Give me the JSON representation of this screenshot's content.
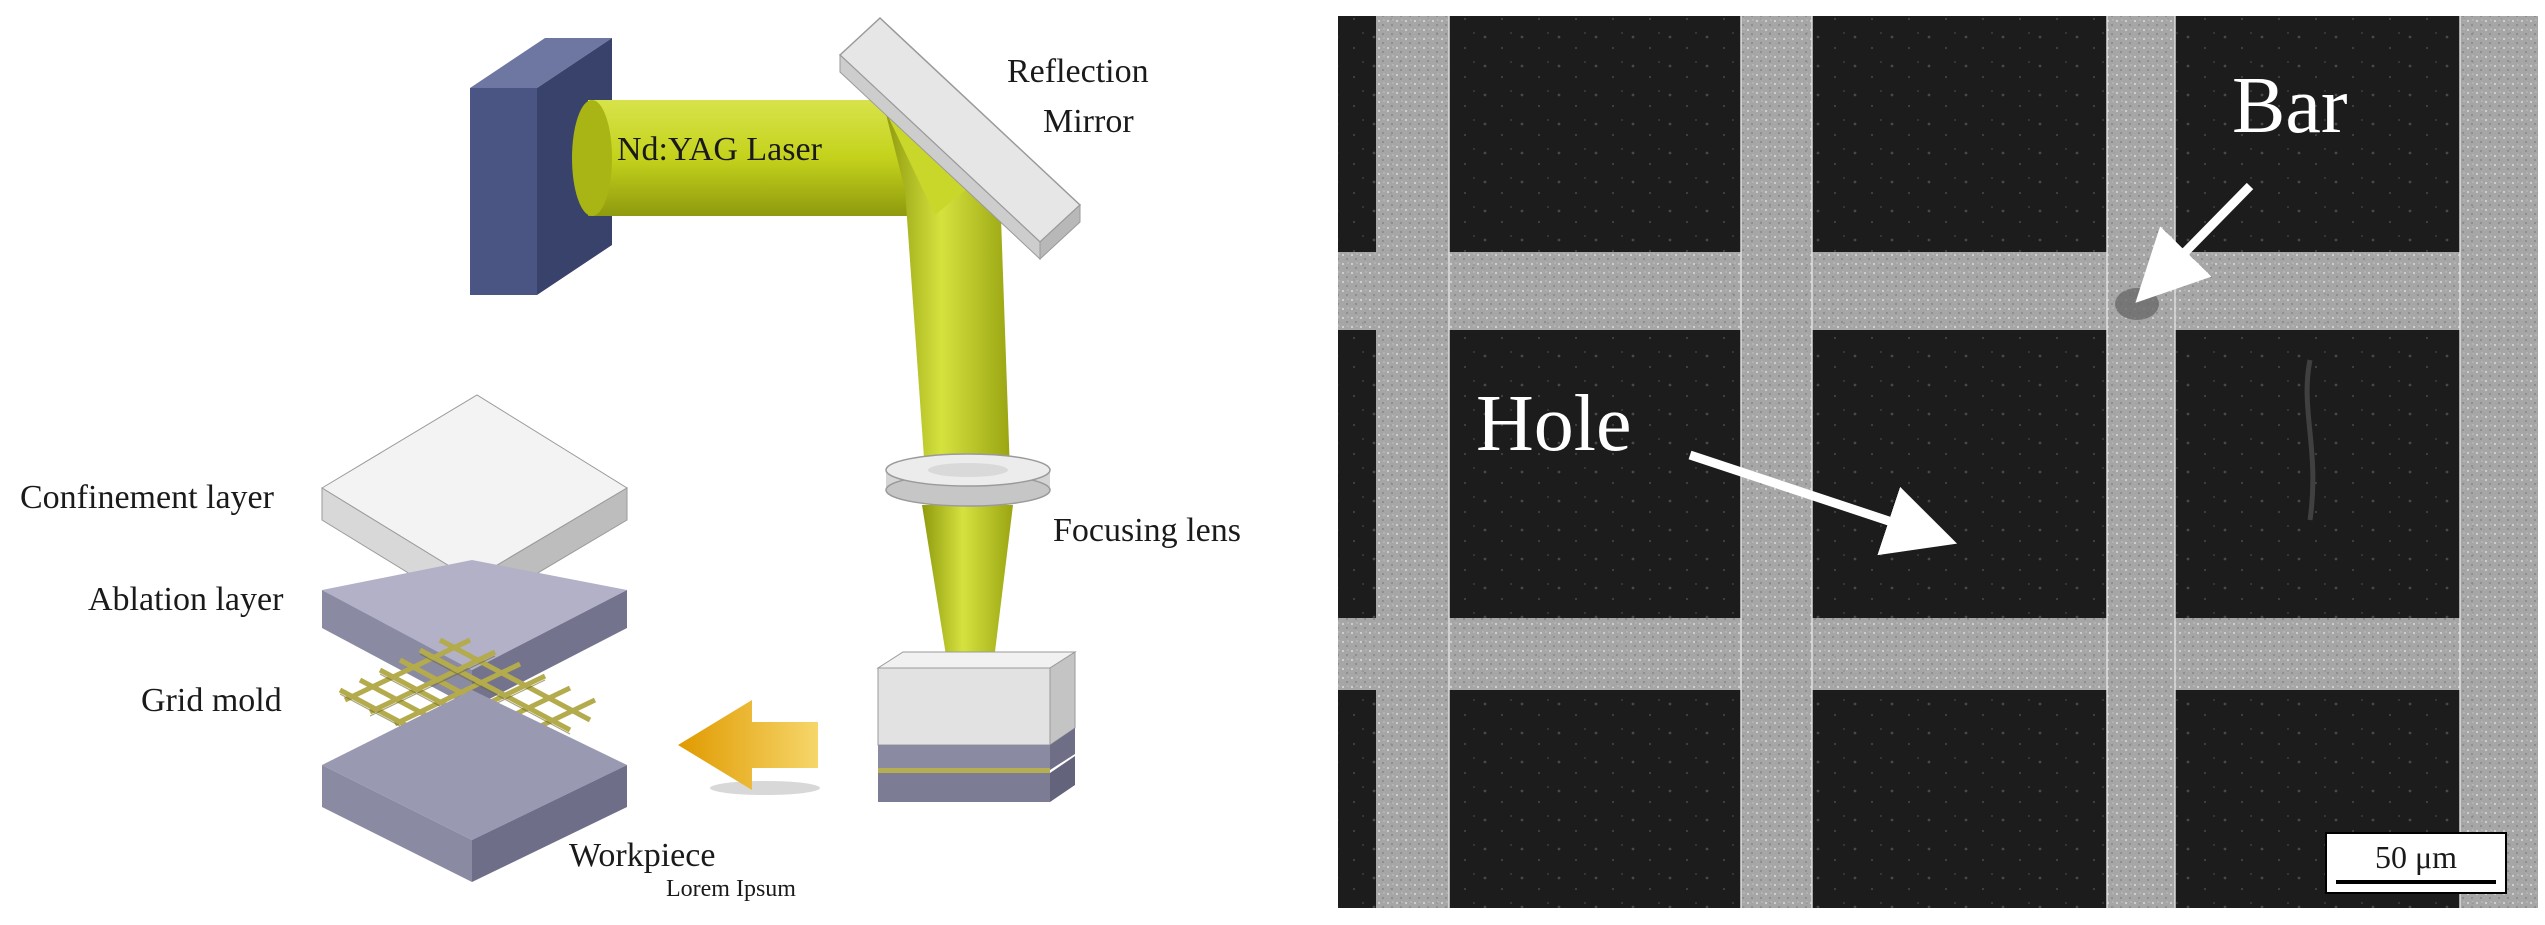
{
  "schematic": {
    "laser_label": "Nd:YAG Laser",
    "mirror_label_line1": "Reflection",
    "mirror_label_line2": "Mirror",
    "lens_label": "Focusing lens",
    "confinement_label": "Confinement layer",
    "ablation_label": "Ablation layer",
    "grid_label": "Grid mold",
    "workpiece_label": "Workpiece",
    "caption": "Lorem Ipsum"
  },
  "micrograph": {
    "bar_label": "Bar",
    "hole_label": "Hole",
    "scale_label": "50 μm"
  },
  "colors": {
    "laser_body": "#4a5583",
    "beam": "#c2d21a",
    "mirror": "#dedede",
    "layer_gray": "#8b8aa3",
    "arrow": "#e8a90c",
    "sem_dark": "#1c1c1c",
    "sem_bar": "#a8a8a8"
  }
}
